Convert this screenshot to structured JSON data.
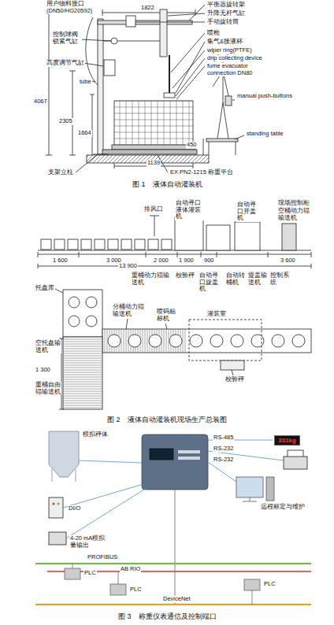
{
  "diagram": {
    "nodes": [
      {
        "text": [
          "331kg"
        ]
      }
    ],
    "labels": [
      "用户物料接口 (DN50/HG20592)",
      "1822",
      "平衡器旋转架",
      "升降无杆气缸",
      "手动旋转筒",
      "控制球阀 锁紧气缸",
      "喷枪",
      "集气&接液杯",
      "wiper ring(PTFE)",
      "drip collecting device",
      "fume evacuator connection DN80",
      "高度调节气缸",
      "tube",
      "4067",
      "2305",
      "1664",
      "450",
      "manual push-buttons",
      "standing table",
      "1139",
      "支架立柱",
      "EX PN2-1215 称重平台",
      "图 1　液体自动灌装机",
      "排风口",
      "自动寻口液体灌装机",
      "自动寻口开盖机",
      "现场控制柜",
      "空桶动力辊输送机",
      "1 600",
      "3 000",
      "2 000",
      "1 900",
      "900",
      "3 600",
      "13 900",
      "重桶动力辊输送机",
      "校验秤",
      "自动寻口旋盖机",
      "自动转桶机",
      "提盖输送机",
      "控制系统",
      "托盘库",
      "空托盘输送机",
      "重桶自由辊输送机",
      "1 300",
      "分桶动力辊输送机",
      "喷码贴标机",
      "灌装室",
      "校验秤",
      "图 2　液体自动灌装机现场生产总装图",
      "模拟秤体",
      "RS-485",
      "RS-232",
      "RS-232",
      "DI/O",
      "远程标定与维护",
      "4-20 mA模拟量输出",
      "PROFIBUS",
      "AB RIO",
      "PLC",
      "PLC",
      "PLC",
      "DeviceNet",
      "图 3　称重仪表通信及控制端口"
    ]
  }
}
